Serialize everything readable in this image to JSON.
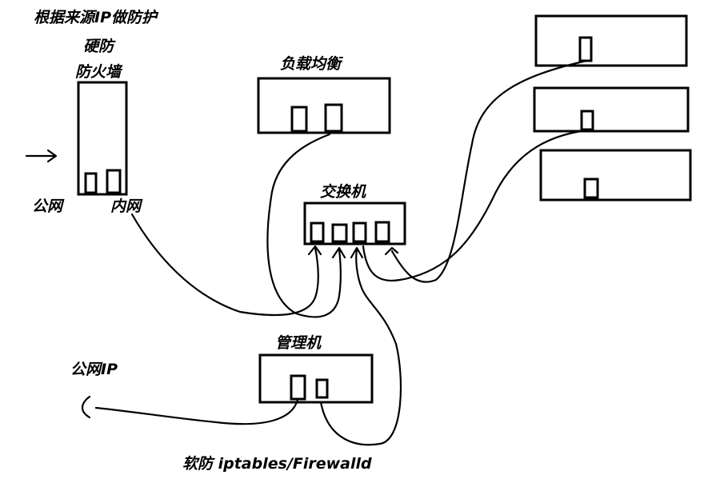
{
  "labels": {
    "top_title": "根据来源IP做防护",
    "hw_firewall_line1": "硬防",
    "hw_firewall_line2": "防火墙",
    "public_net": "公网",
    "internal_net": "内网",
    "load_balancer": "负载均衡",
    "switch": "交换机",
    "mgmt_machine": "管理机",
    "public_ip": "公网IP",
    "soft_firewall": "软防 iptables/Firewalld"
  },
  "colors": {
    "ink": "#000000",
    "background": "#ffffff"
  },
  "icons": {
    "incoming": "arrow-right-icon",
    "outgoing": "arrow-left-icon"
  }
}
